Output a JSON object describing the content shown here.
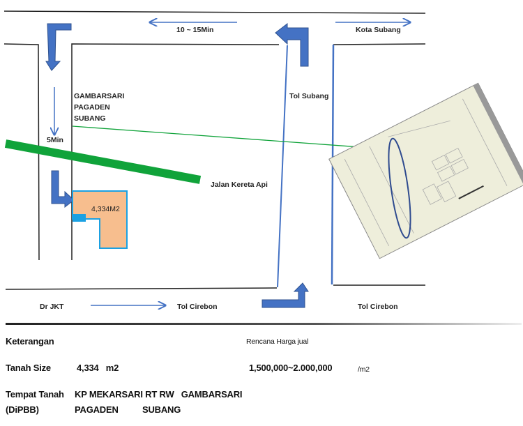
{
  "map": {
    "labels": {
      "time_top": "10 ~ 15Min",
      "kota_subang": "Kota Subang",
      "tol_subang": "Tol Subang",
      "location_line1": "GAMBARSARI",
      "location_line2": "PAGADEN",
      "location_line3": "SUBANG",
      "time_left": "5Min",
      "railway": "Jalan Kereta Api",
      "area": "4,334M2",
      "from_jkt": "Dr JKT",
      "tol_cirebon_left": "Tol Cirebon",
      "tol_cirebon_right": "Tol Cirebon"
    },
    "colors": {
      "arrow_blue": "#4472c4",
      "railway_green": "#10a33a",
      "plot_fill": "#f7be8e",
      "plot_border": "#1ba1e2"
    }
  },
  "info": {
    "keterangan": "Keterangan",
    "rencana_label": "Rencana Harga jual",
    "tanah_size_label": "Tanah Size",
    "tanah_size_value": "4,334   m2",
    "price_value": "1,500,000~2.000,000",
    "price_unit": "/m2",
    "tempat_label": "Tempat Tanah",
    "tempat_sub": "(DiPBB)",
    "address_line1": "KP MEKARSARI RT RW   GAMBARSARI",
    "address_line2a": "PAGADEN",
    "address_line2b": "SUBANG"
  }
}
